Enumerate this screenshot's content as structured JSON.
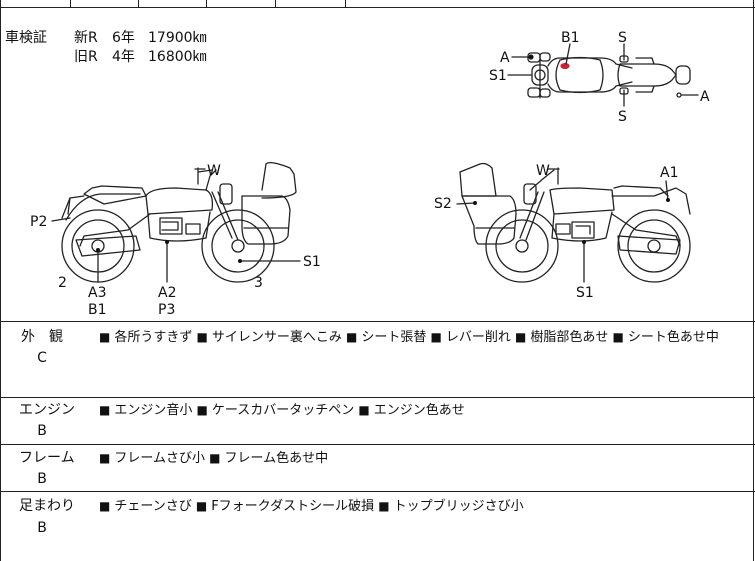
{
  "inspection": {
    "label": "車検証",
    "new_r_label": "新R",
    "new_r_years": "6年",
    "new_r_km": "17900㎞",
    "old_r_label": "旧R",
    "old_r_years": "4年",
    "old_r_km": "16800㎞"
  },
  "diagram_labels": {
    "top_view": {
      "A_left": "A",
      "B1": "B1",
      "S_top": "S",
      "S1": "S1",
      "A_right": "A",
      "S_bottom": "S"
    },
    "left_side": {
      "W": "W",
      "P2": "P2",
      "S1": "S1",
      "num_2": "2",
      "num_3": "3",
      "A3": "A3",
      "B1": "B1",
      "A2": "A2",
      "P3": "P3"
    },
    "right_side": {
      "W": "W",
      "A1": "A1",
      "S2": "S2",
      "S1": "S1"
    }
  },
  "sections": [
    {
      "name_line1": "外　観",
      "grade": "C",
      "items": [
        "各所うすきず",
        "サイレンサー裏へこみ",
        "シート張替",
        "レバー削れ",
        "樹脂部色あせ",
        "シート色あせ中"
      ]
    },
    {
      "name_line1": "エンジン",
      "grade": "B",
      "items": [
        "エンジン音小",
        "ケースカバータッチペン",
        "エンジン色あせ"
      ]
    },
    {
      "name_line1": "フレーム",
      "grade": "B",
      "items": [
        "フレームさび小",
        "フレーム色あせ中"
      ]
    },
    {
      "name_line1": "足まわり",
      "grade": "B",
      "items": [
        "チェーンさび",
        "Fフォークダストシール破損",
        "トップブリッジさび小"
      ]
    }
  ],
  "bullet_glyph": "■",
  "colors": {
    "line": "#222222",
    "text": "#111111",
    "mark_red": "#cc2233"
  }
}
